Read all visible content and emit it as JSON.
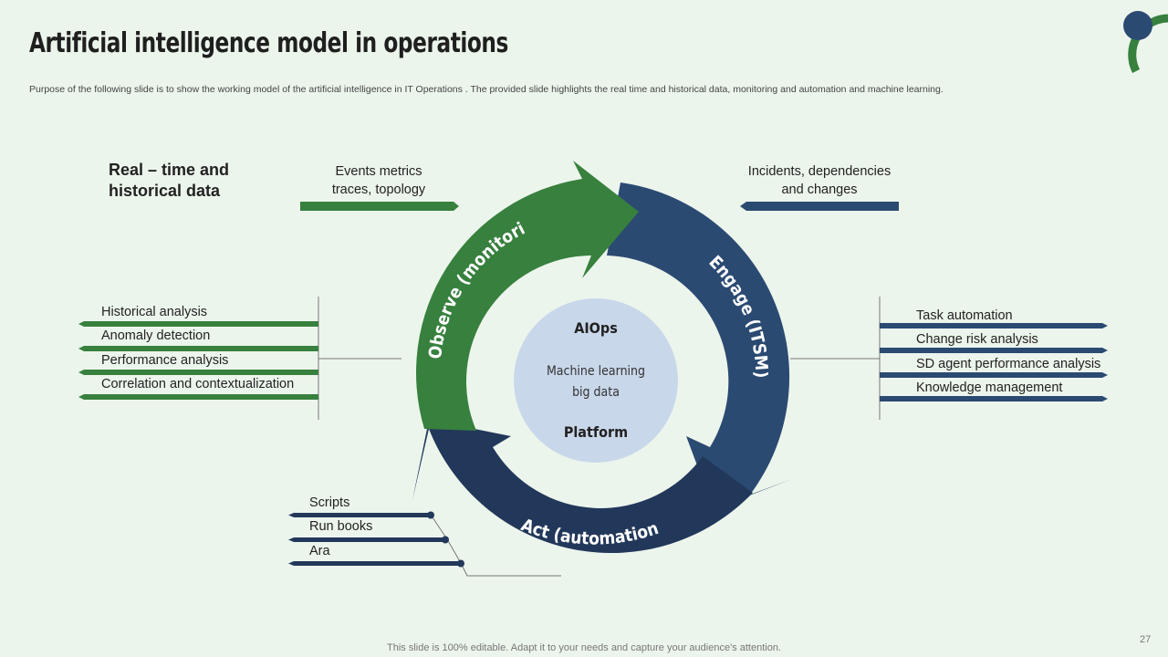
{
  "slide": {
    "title": "Artificial intelligence model in operations",
    "subtitle": "Purpose of the following slide is to show the working model of the artificial intelligence in IT Operations . The provided slide highlights the real time and historical data, monitoring and automation and machine learning.",
    "footer": "This slide is 100% editable. Adapt it to your needs and capture your audience's attention.",
    "page_number": "27"
  },
  "diagram": {
    "heading_line1": "Real – time and",
    "heading_line2": "historical data",
    "input_left_line1": "Events metrics",
    "input_left_line2": "traces, topology",
    "input_right_line1": "Incidents, dependencies",
    "input_right_line2": "and changes",
    "segments": {
      "observe": "Observe (monitoring)",
      "engage": "Engage (ITSM)",
      "act": "Act (automation)"
    },
    "center": {
      "title": "AIOps",
      "line1": "Machine learning",
      "line2": "big data",
      "footer": "Platform"
    },
    "left_list": [
      "Historical analysis",
      "Anomaly detection",
      "Performance analysis",
      "Correlation and contextualization"
    ],
    "right_list": [
      "Task automation",
      "Change risk analysis",
      "SD agent performance analysis",
      "Knowledge management"
    ],
    "bottom_list": [
      "Scripts",
      "Run books",
      "Ara"
    ]
  },
  "colors": {
    "green": "#37803e",
    "blue": "#2b4a72",
    "navy": "#22385a",
    "center_circle": "#c9d7ea",
    "background": "#ecf5ec"
  }
}
